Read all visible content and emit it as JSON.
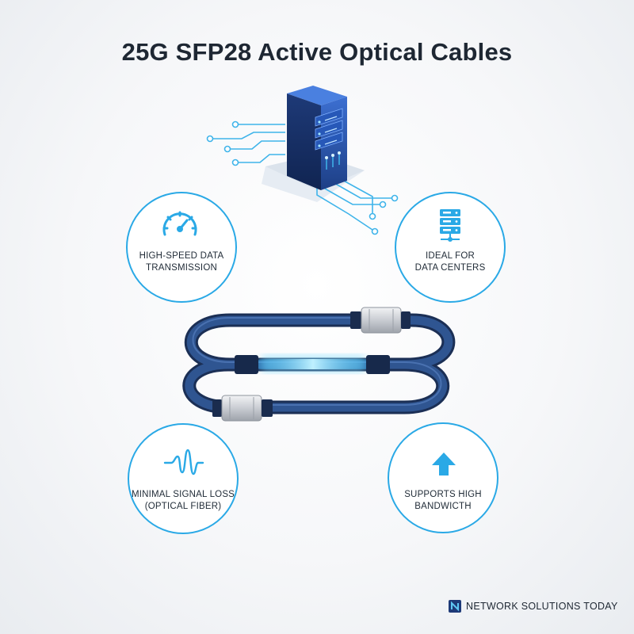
{
  "title": "25G SFP28 Active Optical Cables",
  "features": [
    {
      "icon": "speedometer-icon",
      "line1": "HIGH-SPEED DATA",
      "line2": "TRANSMISSION"
    },
    {
      "icon": "server-rack-icon",
      "line1": "IDEAL FOR",
      "line2": "DATA CENTERS"
    },
    {
      "icon": "signal-wave-icon",
      "line1": "MINIMAL SIGNAL LOSS",
      "line2": "(OPTICAL FIBER)"
    },
    {
      "icon": "up-arrow-icon",
      "line1": "SUPPORTS HIGH",
      "line2": "BANDWICTH"
    }
  ],
  "brand": {
    "name": "NETWORK SOLUTIONS TODAY",
    "icon": "ns-logo-icon"
  },
  "colors": {
    "accent": "#2aa9e6",
    "cable": "#2c4a7c",
    "dark": "#1e2733"
  }
}
